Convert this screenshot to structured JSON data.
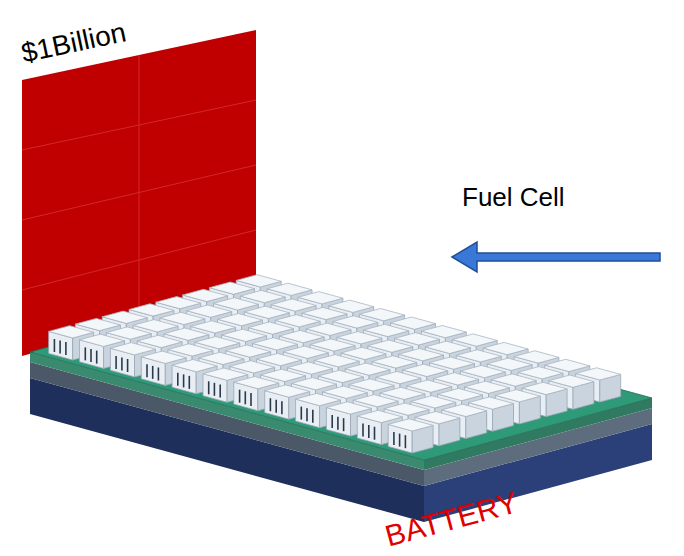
{
  "diagram": {
    "labels": [
      "$1Billion",
      "Fuel Cell",
      "BATTERY"
    ]
  }
}
